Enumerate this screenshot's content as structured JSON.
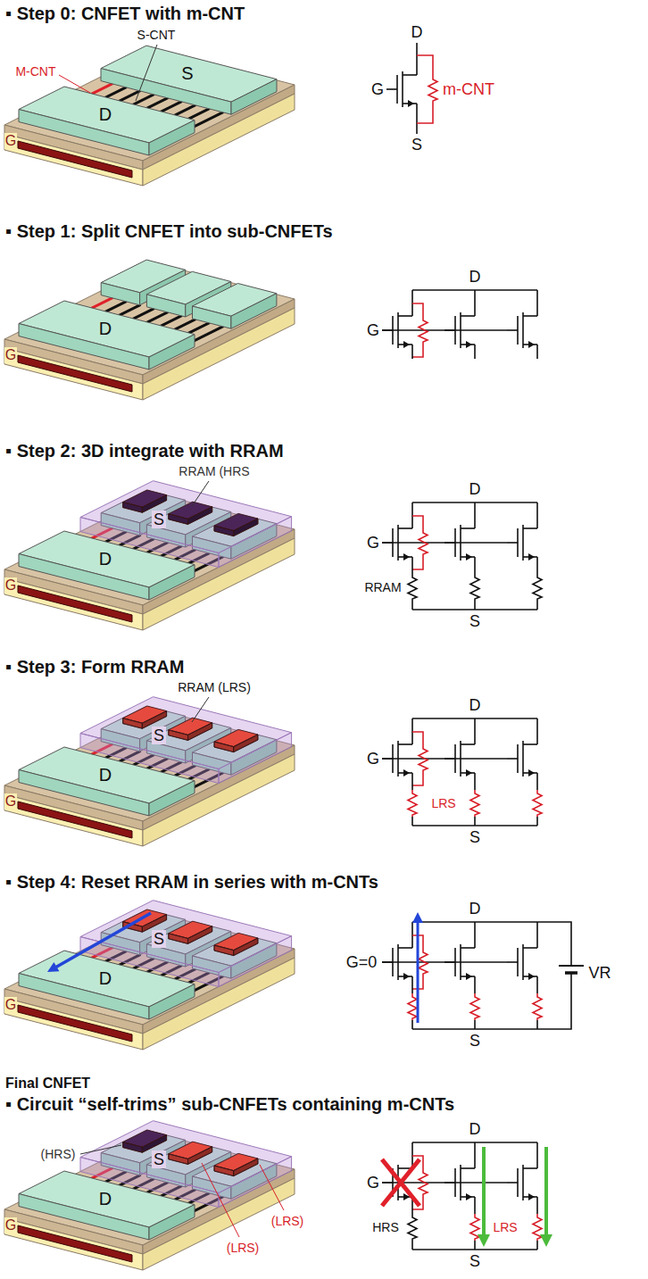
{
  "diagram": {
    "labels": [
      "▪ Step 0: CNFET with m-CNT",
      "S-CNT",
      "M-CNT",
      "D",
      "S",
      "G",
      "D",
      "G",
      "m-CNT",
      "S",
      "▪ Step 1: Split CNFET into sub-CNFETs",
      "D",
      "G",
      "D",
      "G",
      "▪ Step 2: 3D integrate with RRAM",
      "RRAM (HRS",
      "S",
      "D",
      "G",
      "D",
      "G",
      "RRAM",
      "S",
      "▪ Step 3: Form RRAM",
      "RRAM (LRS)",
      "S",
      "D",
      "G",
      "D",
      "G",
      "LRS",
      "S",
      "▪ Step 4: Reset RRAM in series with m-CNTs",
      "S",
      "D",
      "G",
      "D",
      "G=0",
      "VR",
      "S",
      "Final CNFET",
      "▪ Circuit “self-trims” sub-CNFETs containing m-CNTs",
      "S",
      "D",
      "G",
      "(HRS)",
      "(LRS)",
      "(LRS)",
      "D",
      "G",
      "HRS",
      "LRS",
      "S"
    ]
  }
}
